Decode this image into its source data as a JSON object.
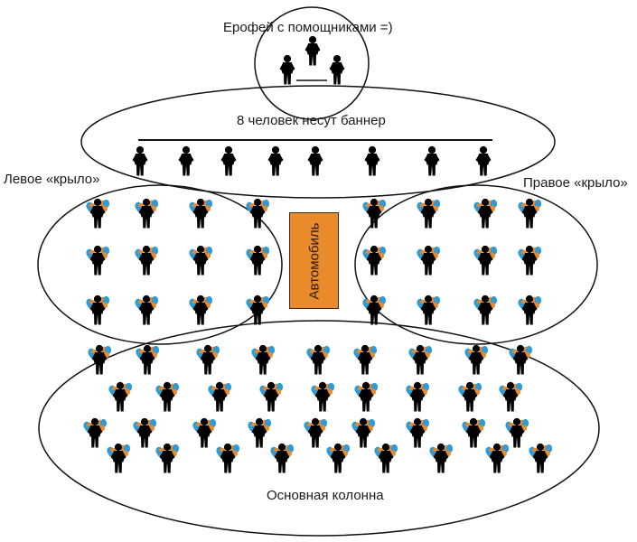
{
  "colors": {
    "line": "#111111",
    "figure": "#000000",
    "balloon_blue": "#2f9ad6",
    "balloon_orange": "#e98a2c",
    "car_fill": "#e98a2c"
  },
  "groups": {
    "leader": {
      "label": "Ерофей с помощниками =)",
      "figure_count": 3,
      "figures_have_balloons": false
    },
    "banner": {
      "label": "8 человек несут баннер",
      "figure_count": 8,
      "figures_have_balloons": false
    },
    "left_wing": {
      "label": "Левое «крыло»",
      "rows": 3,
      "columns": 4,
      "figure_count": 12,
      "figures_have_balloons": true
    },
    "right_wing": {
      "label": "Правое «крыло»",
      "rows": 3,
      "columns": 4,
      "figure_count": 12,
      "figures_have_balloons": true
    },
    "car": {
      "label": "Автомобиль"
    },
    "main_column": {
      "label": "Основная колонна",
      "rows": 4,
      "figure_count": 36,
      "figures_have_balloons": true
    }
  }
}
